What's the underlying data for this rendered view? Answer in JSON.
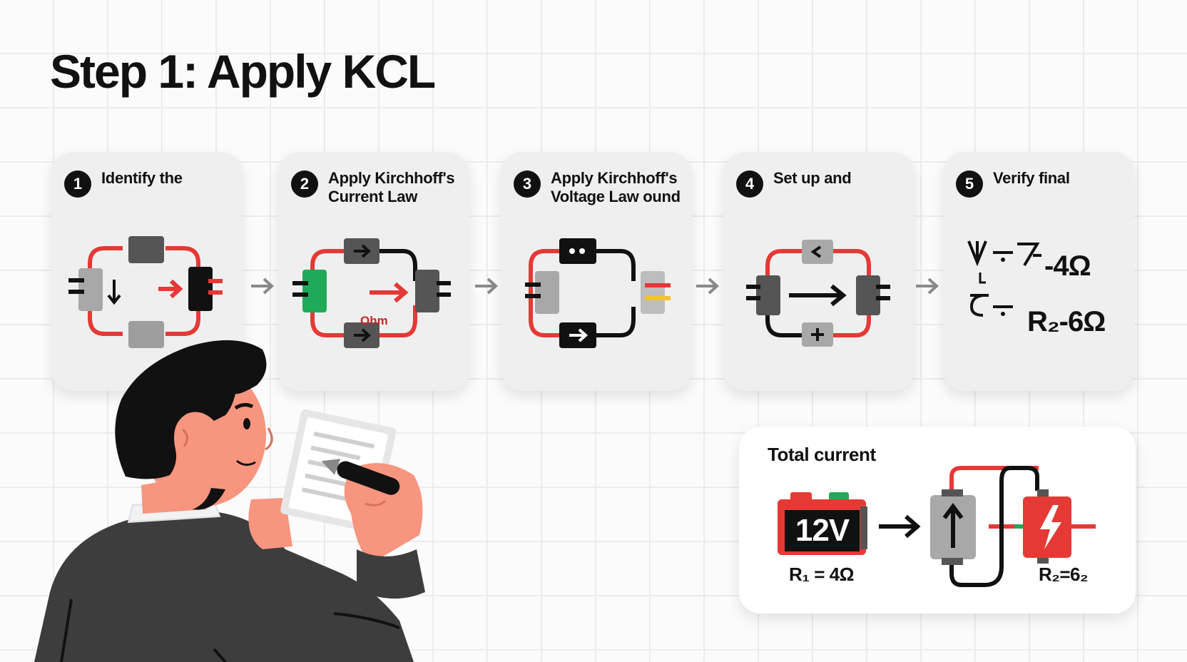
{
  "title": "Step 1: Apply KCL",
  "steps": [
    {
      "number": "1",
      "label": "Identify the"
    },
    {
      "number": "2",
      "label": "Apply Kirchhoff's Current Law"
    },
    {
      "number": "3",
      "label": "Apply Kirchhoff's Voltage Law ound"
    },
    {
      "number": "4",
      "label": "Set up and"
    },
    {
      "number": "5",
      "label": "Verify final"
    }
  ],
  "step2_annotation": "Ohm",
  "step5_equations": {
    "line1": "V−̵ ̸̅− -4Ω",
    "line1_value": "-4Ω",
    "line2_value": "R₂-6Ω"
  },
  "total_panel": {
    "title": "Total current",
    "battery_label": "12V",
    "r1_label": "R₁ = 4Ω",
    "r2_label": "R₂=6₂"
  },
  "colors": {
    "wire_red": "#e53935",
    "wire_black": "#111111",
    "component_gray": "#9e9e9e",
    "component_dark": "#4a4a4a",
    "accent_green": "#1faa59",
    "accent_yellow": "#f2c230",
    "skin": "#f7957f",
    "sweater": "#3d3d3d"
  }
}
